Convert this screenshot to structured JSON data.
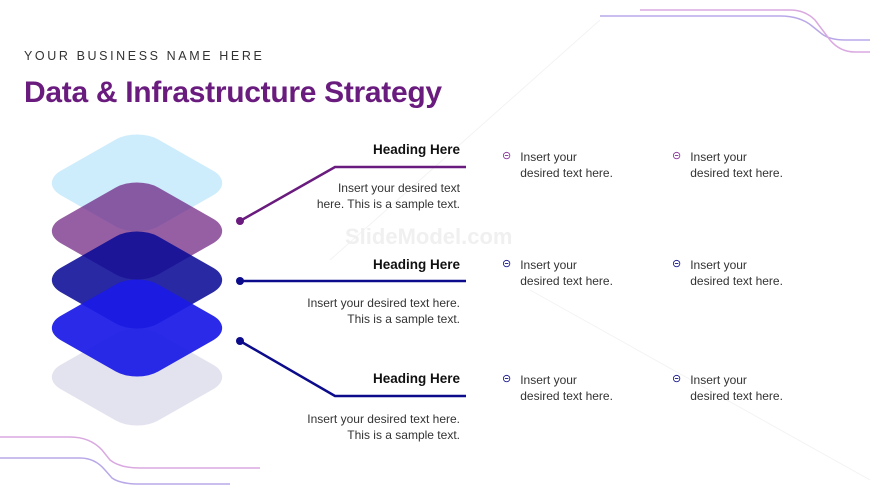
{
  "subtitle": "YOUR BUSINESS NAME HERE",
  "title": "Data & Infrastructure Strategy",
  "watermark": "SlideModel.com",
  "colors": {
    "title": "#6a1b7e",
    "purple": "#6a1b7e",
    "navy": "#0b0b8c"
  },
  "items": [
    {
      "heading": "Heading Here",
      "desc1": "Insert your desired text",
      "desc2": "here. This is a sample text.",
      "bullets": [
        {
          "l1": "Insert your",
          "l2": "desired text here."
        },
        {
          "l1": "Insert your",
          "l2": "desired text here."
        }
      ]
    },
    {
      "heading": "Heading Here",
      "desc1": "Insert your desired text here.",
      "desc2": "This is a sample text.",
      "bullets": [
        {
          "l1": "Insert your",
          "l2": "desired text here."
        },
        {
          "l1": "Insert your",
          "l2": "desired text here."
        }
      ]
    },
    {
      "heading": "Heading Here",
      "desc1": "Insert your desired text here.",
      "desc2": "This is a sample text.",
      "bullets": [
        {
          "l1": "Insert your",
          "l2": "desired text here."
        },
        {
          "l1": "Insert your",
          "l2": "desired text here."
        }
      ]
    }
  ],
  "bullet_icon": "circle-arrow-right-icon"
}
